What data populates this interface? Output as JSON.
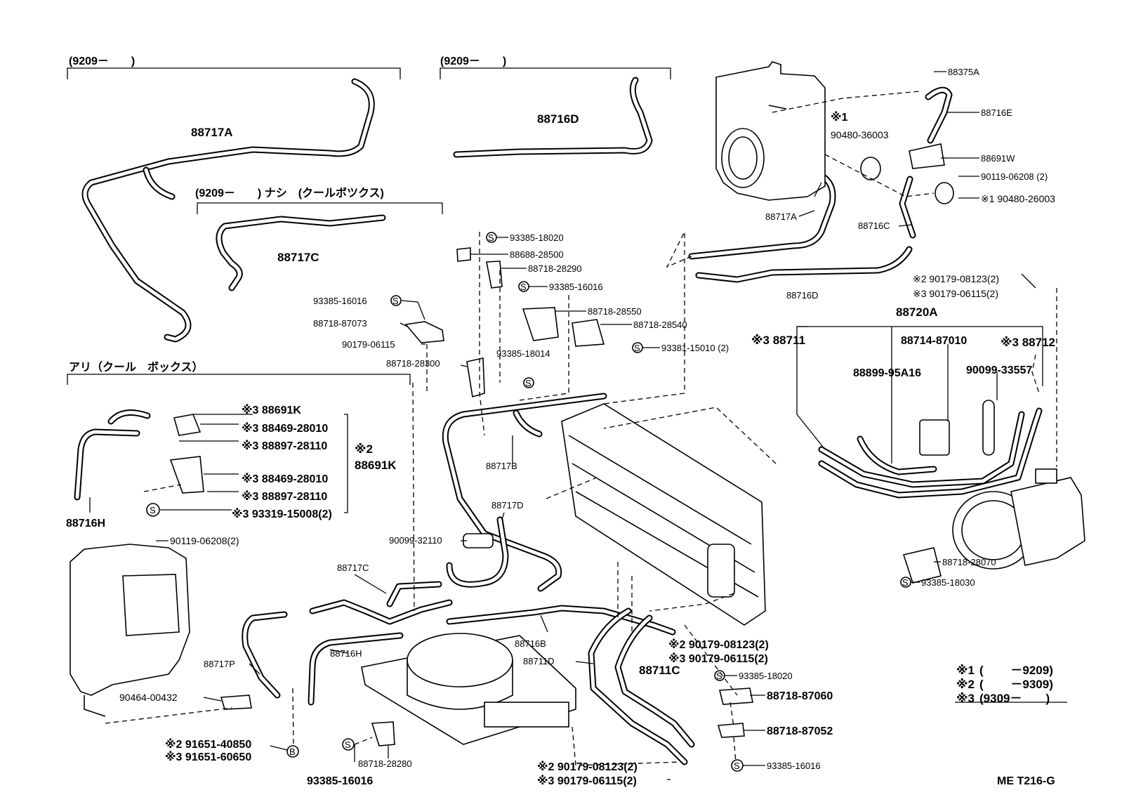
{
  "diagram_code": "ME T216-G",
  "groups": {
    "top_left": "(9209－　　)",
    "top_mid": "(9209－　　)",
    "no_coolbox": "(9209－　　)  ナシ　(クールボツクス)",
    "with_coolbox": "アリ（クール　ボックス）"
  },
  "legend": [
    {
      "mark": "※1",
      "value": "(　　 －9209)"
    },
    {
      "mark": "※2",
      "value": "(　　 －9309)"
    },
    {
      "mark": "※3",
      "value": "(9309－　　)"
    }
  ],
  "labels": {
    "p88717A_top": "88717A",
    "p88716D_top": "88716D",
    "p88717C_top": "88717C",
    "p88375A": "88375A",
    "p88716E": "88716E",
    "m1a": "※1",
    "p90480_36003": "90480-36003",
    "p88691W": "88691W",
    "p90119_06208_a": "90119-06208 (2)",
    "p90480_26003": "※1 90480-26003",
    "p88717A_mid": "88717A",
    "p88716C": "88716C",
    "p88716D_mid": "88716D",
    "p93385_18020_a": "93385-18020",
    "p88688_28500": "88688-28500",
    "p88718_28290": "88718-28290",
    "p93385_16016_a": "93385-16016",
    "p93385_16016_b": "93385-16016",
    "p88718_87073": "88718-87073",
    "p90179_06115_a": "90179-06115",
    "p88718_28550": "88718-28550",
    "p88718_28540": "88718-28540",
    "p93381_15010": "93381-15010 (2)",
    "p88718_28300": "88718-28300",
    "p93385_18014": "93385-18014",
    "p90179_08123_r": "※2 90179-08123(2)",
    "p90179_06115_r": "※3 90179-06115(2)",
    "p88720A": "88720A",
    "p88711": "※3 88711",
    "p88714_87010": "88714-87010",
    "p88712": "※3 88712",
    "p88899_95A16": "88899-95A16",
    "p90099_33557": "90099-33557",
    "p88691K_a": "※3 88691K",
    "p88469_28010_a": "※3 88469-28010",
    "p88897_28110_a": "※3 88897-28110",
    "m2_88691K": "※2",
    "p88691K_b": "88691K",
    "p88469_28010_b": "※3 88469-28010",
    "p88897_28110_b": "※3 88897-28110",
    "p93319_15008": "※3 93319-15008(2)",
    "p88716H_a": "88716H",
    "p90119_06208_b": "90119-06208(2)",
    "p88717B": "88717B",
    "p88717D": "88717D",
    "p90099_32110": "90099-32110",
    "p88717C_low": "88717C",
    "p88718_28070": "88718-28070",
    "p93385_18030": "93385-18030",
    "p88716B": "88716B",
    "p88716H_b": "88716H",
    "p88717P": "88717P",
    "p90464_00432": "90464-00432",
    "p91651_40850": "※2 91651-40850",
    "p91651_60650": "※3 91651-60650",
    "p88718_28280": "88718-28280",
    "p93385_16016_c": "93385-16016",
    "p88711D": "88711D",
    "p88711C": "88711C",
    "p90179_08123_m": "※2 90179-08123(2)",
    "p90179_06115_m": "※3 90179-06115(2)",
    "p93385_18020_b": "93385-18020",
    "p88718_87060": "88718-87060",
    "p88718_87052": "88718-87052",
    "p93385_16016_d": "93385-16016",
    "p90179_08123_b": "※2 90179-08123(2)",
    "p90179_06115_b": "※3 90179-06115(2)",
    "bolt_b": "B"
  }
}
